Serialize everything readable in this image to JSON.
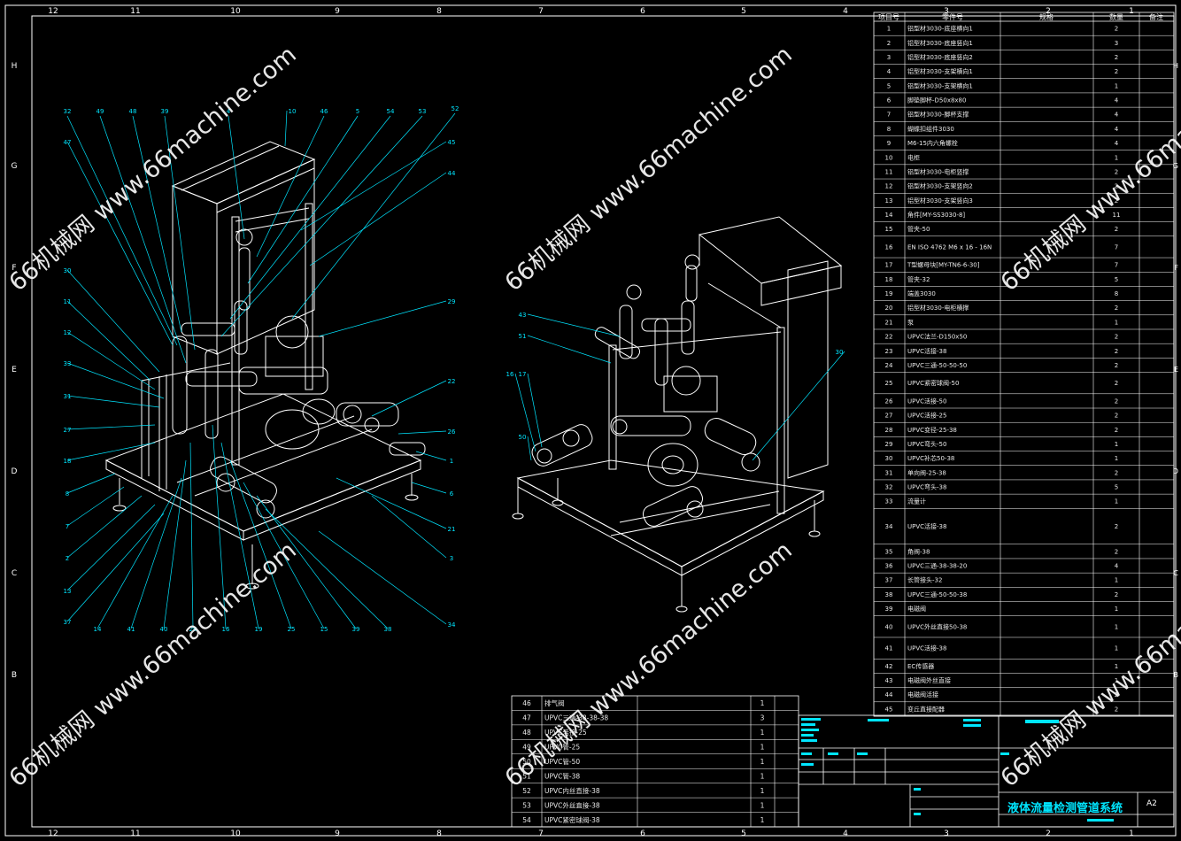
{
  "drawing": {
    "title": "液体流量检测管道系统",
    "sheet_size": "A2",
    "watermark": "66机械网 www.66machine.com",
    "colors": {
      "background": "#000000",
      "lines": "#ffffff",
      "leaders": "#00e5ff",
      "title": "#00e5ff",
      "highlight": "#00ffff"
    }
  },
  "grid": {
    "columns": [
      "12",
      "11",
      "10",
      "9",
      "8",
      "7",
      "6",
      "5",
      "4",
      "3",
      "2",
      "1"
    ],
    "rows": [
      "H",
      "G",
      "F",
      "E",
      "D",
      "C",
      "B"
    ]
  },
  "bom": {
    "headers": [
      "项目号",
      "零件号",
      "规格",
      "数量",
      "备注"
    ],
    "rows": [
      {
        "no": "1",
        "name": "铝型材3030-底座横向1",
        "qty": "2"
      },
      {
        "no": "2",
        "name": "铝型材3030-底座竖向1",
        "qty": "3"
      },
      {
        "no": "3",
        "name": "铝型材3030-底座竖向2",
        "qty": "2"
      },
      {
        "no": "4",
        "name": "铝型材3030-支架横向1",
        "qty": "2"
      },
      {
        "no": "5",
        "name": "铝型材3030-支架横向1",
        "qty": "1"
      },
      {
        "no": "6",
        "name": "脚垫脚杯-D50x8x80",
        "qty": "4"
      },
      {
        "no": "7",
        "name": "铝型材3030-脚杯支撑",
        "qty": "4"
      },
      {
        "no": "8",
        "name": "蝴蝶扣组件3030",
        "qty": "4"
      },
      {
        "no": "9",
        "name": "M6-15内六角螺栓",
        "qty": "4"
      },
      {
        "no": "10",
        "name": "电柜",
        "qty": "1"
      },
      {
        "no": "11",
        "name": "铝型材3030-电柜竖撑",
        "qty": "2"
      },
      {
        "no": "12",
        "name": "铝型材3030-支架竖向2",
        "qty": "2"
      },
      {
        "no": "13",
        "name": "铝型材3030-支架竖向3",
        "qty": "2"
      },
      {
        "no": "14",
        "name": "角件[MY-SS3030-8]",
        "qty": "11"
      },
      {
        "no": "15",
        "name": "管夹-50",
        "qty": "2"
      },
      {
        "no": "16",
        "name": "EN ISO 4762 M6 x 16 - 16N",
        "qty": "7"
      },
      {
        "no": "17",
        "name": "T型螺母块[MY-TN6-6-30]",
        "qty": "7"
      },
      {
        "no": "18",
        "name": "管夹-32",
        "qty": "5"
      },
      {
        "no": "19",
        "name": "端盖3030",
        "qty": "8"
      },
      {
        "no": "20",
        "name": "铝型材3030-电柜横撑",
        "qty": "2"
      },
      {
        "no": "21",
        "name": "泵",
        "qty": "1"
      },
      {
        "no": "22",
        "name": "UPVC法兰-D150x50",
        "qty": "2"
      },
      {
        "no": "23",
        "name": "UPVC活接-38",
        "qty": "2"
      },
      {
        "no": "24",
        "name": "UPVC三通-50-50-50",
        "qty": "2"
      },
      {
        "no": "25",
        "name": "UPVC紧密球阀-50",
        "qty": "2"
      },
      {
        "no": "26",
        "name": "UPVC活接-50",
        "qty": "2"
      },
      {
        "no": "27",
        "name": "UPVC活接-25",
        "qty": "2"
      },
      {
        "no": "28",
        "name": "UPVC变径-25-38",
        "qty": "2"
      },
      {
        "no": "29",
        "name": "UPVC弯头-50",
        "qty": "1"
      },
      {
        "no": "30",
        "name": "UPVC补芯50-38",
        "qty": "1"
      },
      {
        "no": "31",
        "name": "单向阀-25-38",
        "qty": "2"
      },
      {
        "no": "32",
        "name": "UPVC弯头-38",
        "qty": "5"
      },
      {
        "no": "33",
        "name": "流量计",
        "qty": "1"
      },
      {
        "no": "34",
        "name": "UPVC活接-38",
        "qty": "2"
      },
      {
        "no": "35",
        "name": "角阀-38",
        "qty": "2"
      },
      {
        "no": "36",
        "name": "UPVC三通-38-38-20",
        "qty": "4"
      },
      {
        "no": "37",
        "name": "长管接头-32",
        "qty": "1"
      },
      {
        "no": "38",
        "name": "UPVC三通-50-50-38",
        "qty": "2"
      },
      {
        "no": "39",
        "name": "电磁阀",
        "qty": "1"
      },
      {
        "no": "40",
        "name": "UPVC外丝直接50-38",
        "qty": "1"
      },
      {
        "no": "41",
        "name": "UPVC活接-38",
        "qty": "1"
      },
      {
        "no": "42",
        "name": "EC传感器",
        "qty": "1"
      },
      {
        "no": "43",
        "name": "电磁阀外丝直接",
        "qty": "1"
      },
      {
        "no": "44",
        "name": "电磁阀活接",
        "qty": "2"
      },
      {
        "no": "45",
        "name": "变丘直接配器",
        "qty": "2"
      }
    ]
  },
  "bom_lower": {
    "rows": [
      {
        "no": "46",
        "name": "排气阀",
        "qty": "1"
      },
      {
        "no": "47",
        "name": "UPVC三通-38-38-38",
        "qty": "3"
      },
      {
        "no": "48",
        "name": "UPVC活接-25",
        "qty": "1"
      },
      {
        "no": "49",
        "name": "UPVC管-25",
        "qty": "1"
      },
      {
        "no": "50",
        "name": "UPVC管-50",
        "qty": "1"
      },
      {
        "no": "51",
        "name": "UPVC管-38",
        "qty": "1"
      },
      {
        "no": "52",
        "name": "UPVC内丝直接-38",
        "qty": "1"
      },
      {
        "no": "53",
        "name": "UPVC外丝直接-38",
        "qty": "1"
      },
      {
        "no": "54",
        "name": "UPVC紧密球阀-38",
        "qty": "1"
      }
    ]
  },
  "views": {
    "left_callouts": {
      "top": [
        "32",
        "49",
        "48",
        "39",
        "4",
        "46",
        "5",
        "54",
        "53",
        "52"
      ],
      "top_right": [
        "10",
        "45",
        "44",
        "29",
        "22",
        "26",
        "1",
        "6",
        "21",
        "3",
        "34"
      ],
      "left": [
        "47",
        "30",
        "11",
        "12",
        "33",
        "31",
        "27",
        "18",
        "8",
        "7",
        "2",
        "13",
        "37",
        "14",
        "41",
        "40",
        "24",
        "16",
        "19",
        "25",
        "15",
        "39",
        "38"
      ]
    },
    "right_callouts": [
      "43",
      "51",
      "16",
      "17",
      "50",
      "30"
    ]
  }
}
